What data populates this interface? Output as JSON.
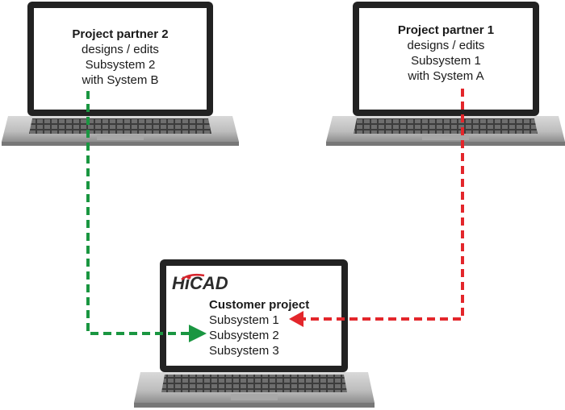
{
  "partner2": {
    "title": "Project partner 2",
    "line1": "designs / edits",
    "line2": "Subsystem 2",
    "line3": "with System B"
  },
  "partner1": {
    "title": "Project partner 1",
    "line1": "designs / edits",
    "line2": "Subsystem 1",
    "line3": "with System A"
  },
  "customer": {
    "logo_text": "HiCAD",
    "title": "Customer project",
    "items": [
      "Subsystem 1",
      "Subsystem 2",
      "Subsystem 3"
    ]
  },
  "colors": {
    "green_arrow": "#1a9641",
    "red_arrow": "#e3262b",
    "logo_red": "#d7242c",
    "laptop_dark": "#2b2b2b",
    "laptop_silver": "#c9c9c9"
  }
}
